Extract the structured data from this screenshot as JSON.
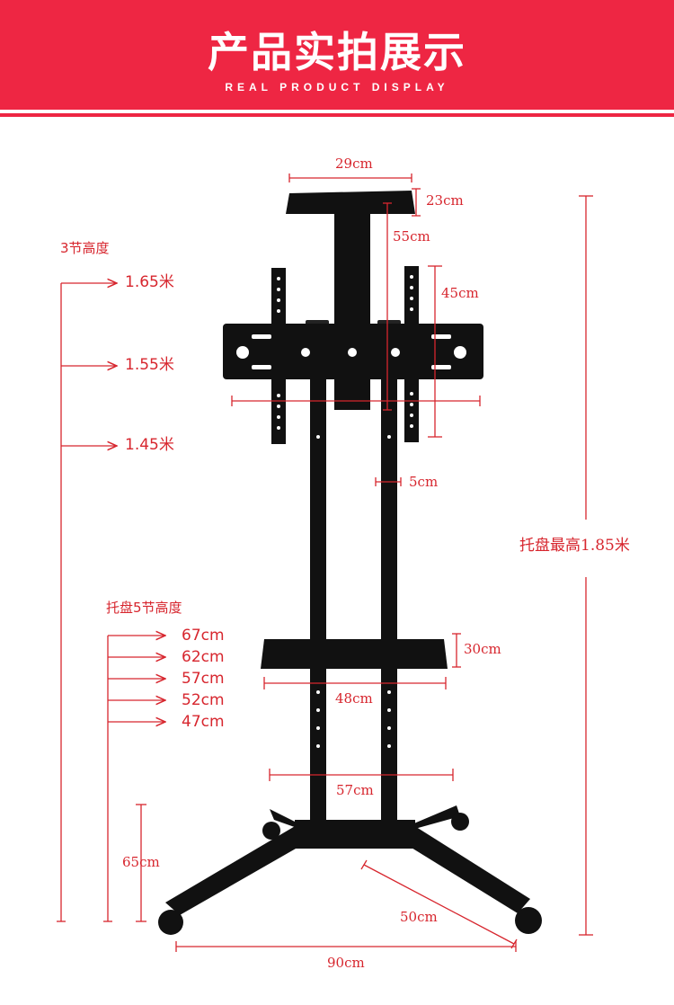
{
  "banner": {
    "title": "产品实拍展示",
    "subtitle": "REAL PRODUCT DISPLAY"
  },
  "colors": {
    "banner": "#ee2643",
    "annotation": "#d7262e",
    "product": "#111111"
  },
  "dimensions": {
    "top_tray_width": "29cm",
    "top_tray_depth": "23cm",
    "camera_arm": "55cm",
    "bracket_height": "45cm",
    "pole_width": "5cm",
    "tray_max_height": "托盘最高1.85米",
    "shelf_depth": "30cm",
    "shelf_width": "48cm",
    "leg_span": "57cm",
    "base_height": "65cm",
    "base_depth": "50cm",
    "base_width": "90cm"
  },
  "height_levels": {
    "title": "3节高度",
    "items": [
      "1.65米",
      "1.55米",
      "1.45米"
    ]
  },
  "tray_levels": {
    "title": "托盘5节高度",
    "items": [
      "67cm",
      "62cm",
      "57cm",
      "52cm",
      "47cm"
    ]
  }
}
